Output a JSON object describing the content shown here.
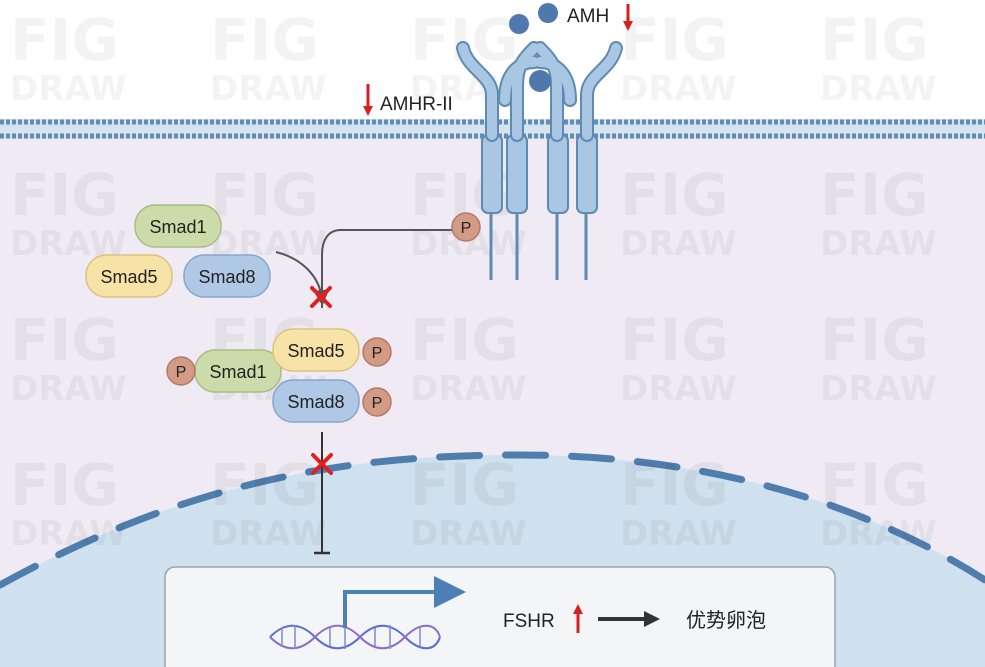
{
  "labels": {
    "ligand": "AMH",
    "receptor": "AMHR-II",
    "smad1": "Smad1",
    "smad5": "Smad5",
    "smad8": "Smad8",
    "phospho": "P",
    "target_gene": "FSHR",
    "outcome": "优势卵泡"
  },
  "watermark": {
    "line1": "FIG",
    "line2": "DRAW"
  },
  "colors": {
    "cytoplasm": "#efeaf3",
    "nucleus": "#cfe0ee",
    "membrane": "#5f8db5",
    "receptor": "#a9c6e2",
    "smad1": "#cbdcaa",
    "smad5": "#f7e2a8",
    "smad8": "#aec8e6",
    "phospho": "#d39a86",
    "inhibit": "#e02020",
    "arrow_up": "#d61f1f",
    "arrow_down": "#d61f1f",
    "dna": "#5c6bd8"
  },
  "indicators": {
    "ligand": "down",
    "receptor": "down",
    "target_gene": "up"
  }
}
